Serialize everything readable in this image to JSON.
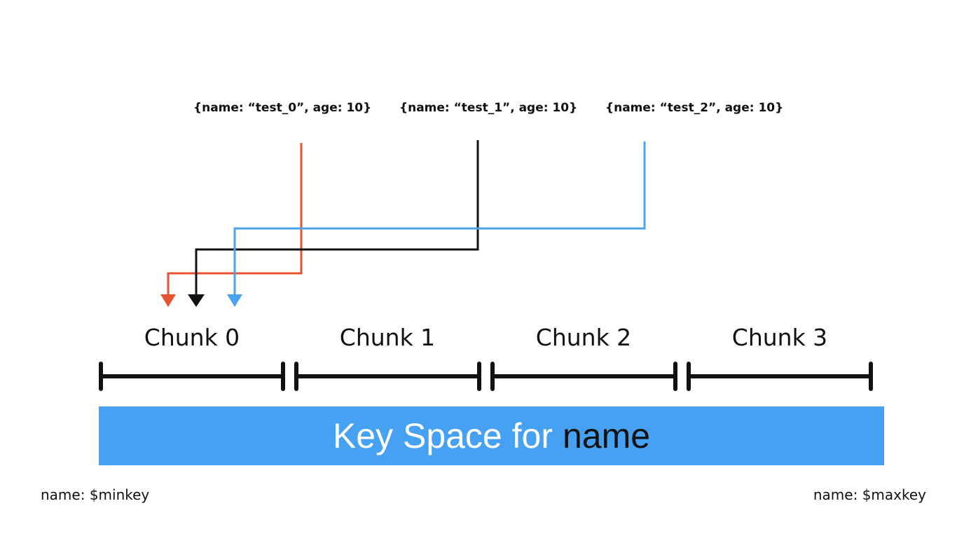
{
  "documents": [
    {
      "label": "{name: “test_0”, age: 10}",
      "color": "#e5532f"
    },
    {
      "label": "{name: “test_1”, age: 10}",
      "color": "#111111"
    },
    {
      "label": "{name: “test_2”, age: 10}",
      "color": "#4ba3ee"
    }
  ],
  "chunks": [
    "Chunk 0",
    "Chunk 1",
    "Chunk 2",
    "Chunk 3"
  ],
  "key_space": {
    "text": "Key Space for",
    "field": "name",
    "color": "#47a1f3"
  },
  "bounds": {
    "min": "name: $minkey",
    "max": "name: $maxkey"
  }
}
